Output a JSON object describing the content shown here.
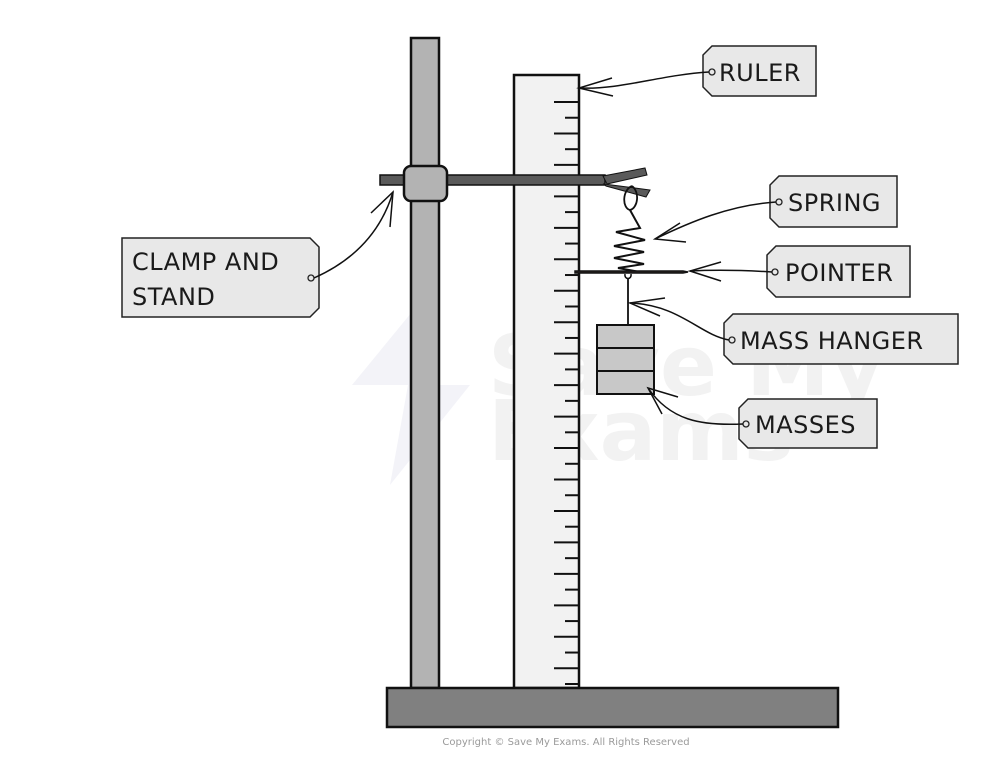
{
  "diagram": {
    "title": "Spring extension experiment apparatus",
    "labels": {
      "ruler": "RULER",
      "spring": "SPRING",
      "pointer": "POINTER",
      "mass_hanger": "MASS  HANGER",
      "masses": "MASSES",
      "clamp_and_stand_line1": "CLAMP  AND",
      "clamp_and_stand_line2": "STAND"
    },
    "watermark": {
      "line1": "Save My",
      "line2": "Exams"
    },
    "copyright": "Copyright © Save My Exams. All Rights Reserved",
    "components": {
      "ruler_tick_count": 38,
      "mass_count": 3
    },
    "colors": {
      "stand_pole": "#b3b3b3",
      "base": "#808080",
      "clamp_arm": "#5a5a5a",
      "ruler": "#f2f2f2",
      "mass": "#c8c8c8",
      "tag": "#e8e8e8",
      "pointer": "#3b2f2a"
    }
  }
}
